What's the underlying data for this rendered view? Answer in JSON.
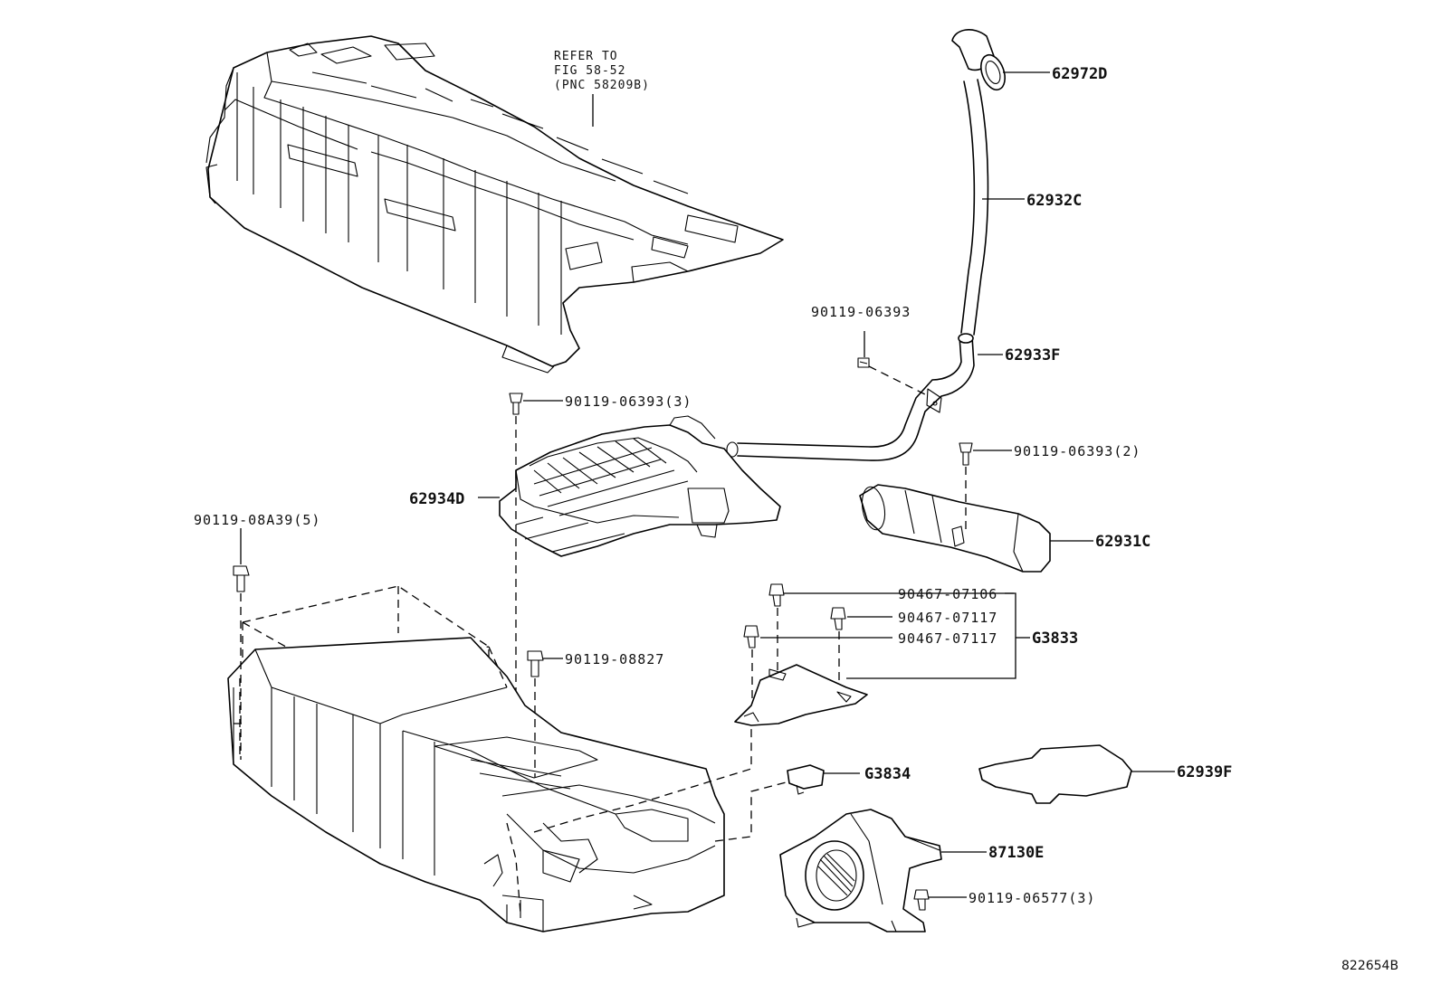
{
  "note": {
    "line1": "REFER TO",
    "line2": "FIG 58-52",
    "line3": "(PNC 58209B)"
  },
  "callouts": {
    "p62972D": "62972D",
    "p62932C": "62932C",
    "p90119_06393": "90119-06393",
    "p62933F": "62933F",
    "p90119_06393_3": "90119-06393(3)",
    "p90119_06393_2": "90119-06393(2)",
    "p62934D": "62934D",
    "p62931C": "62931C",
    "p90119_08A39_5": "90119-08A39(5)",
    "p90467_07106": "90467-07106",
    "p90467_07117a": "90467-07117",
    "p90467_07117b": "90467-07117",
    "pG3833": "G3833",
    "p90119_08827": "90119-08827",
    "pG3834": "G3834",
    "p62939F": "62939F",
    "p87130E": "87130E",
    "p90119_06577_3": "90119-06577(3)"
  },
  "figure_id": "822654B"
}
